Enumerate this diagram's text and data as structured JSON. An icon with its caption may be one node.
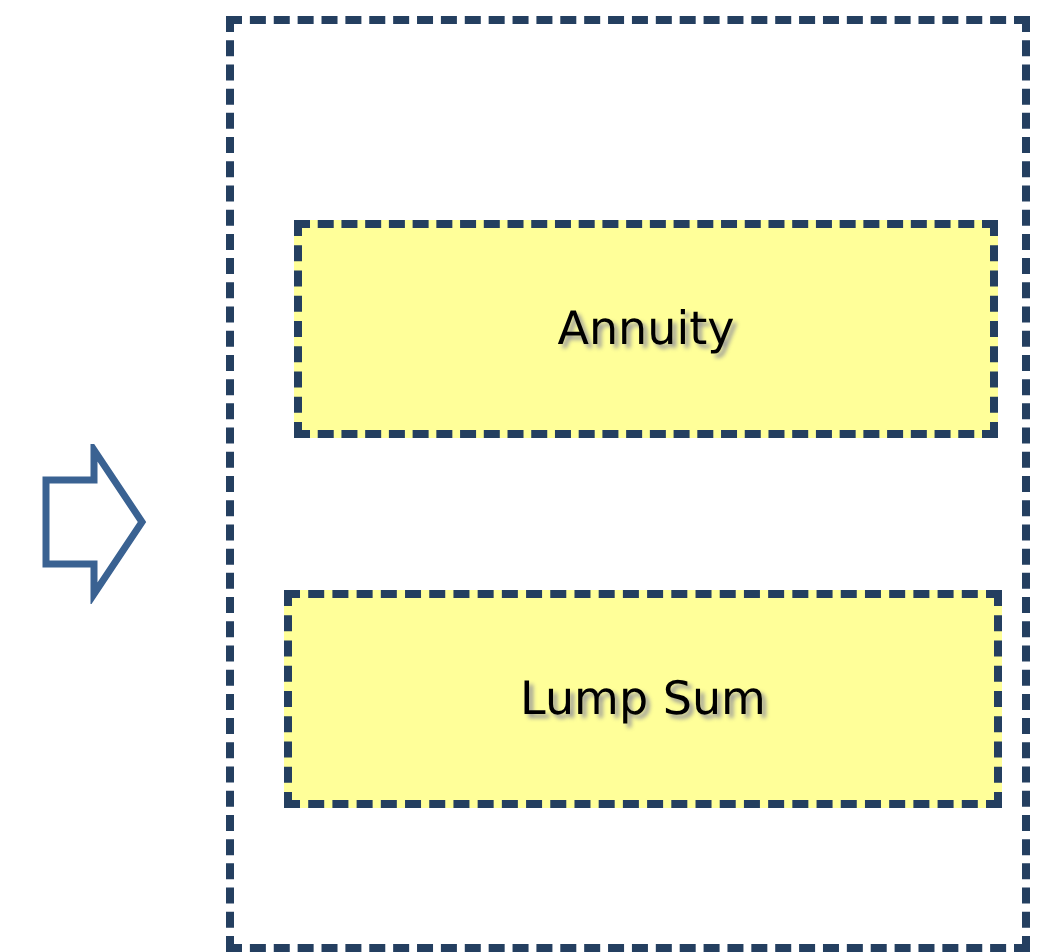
{
  "diagram": {
    "nodes": [
      {
        "text": [],
        "shape": "box"
      },
      {
        "text": [
          "Annuity"
        ],
        "in": 0
      },
      {
        "text": [
          "Lump Sum"
        ],
        "in": 0
      }
    ]
  }
}
